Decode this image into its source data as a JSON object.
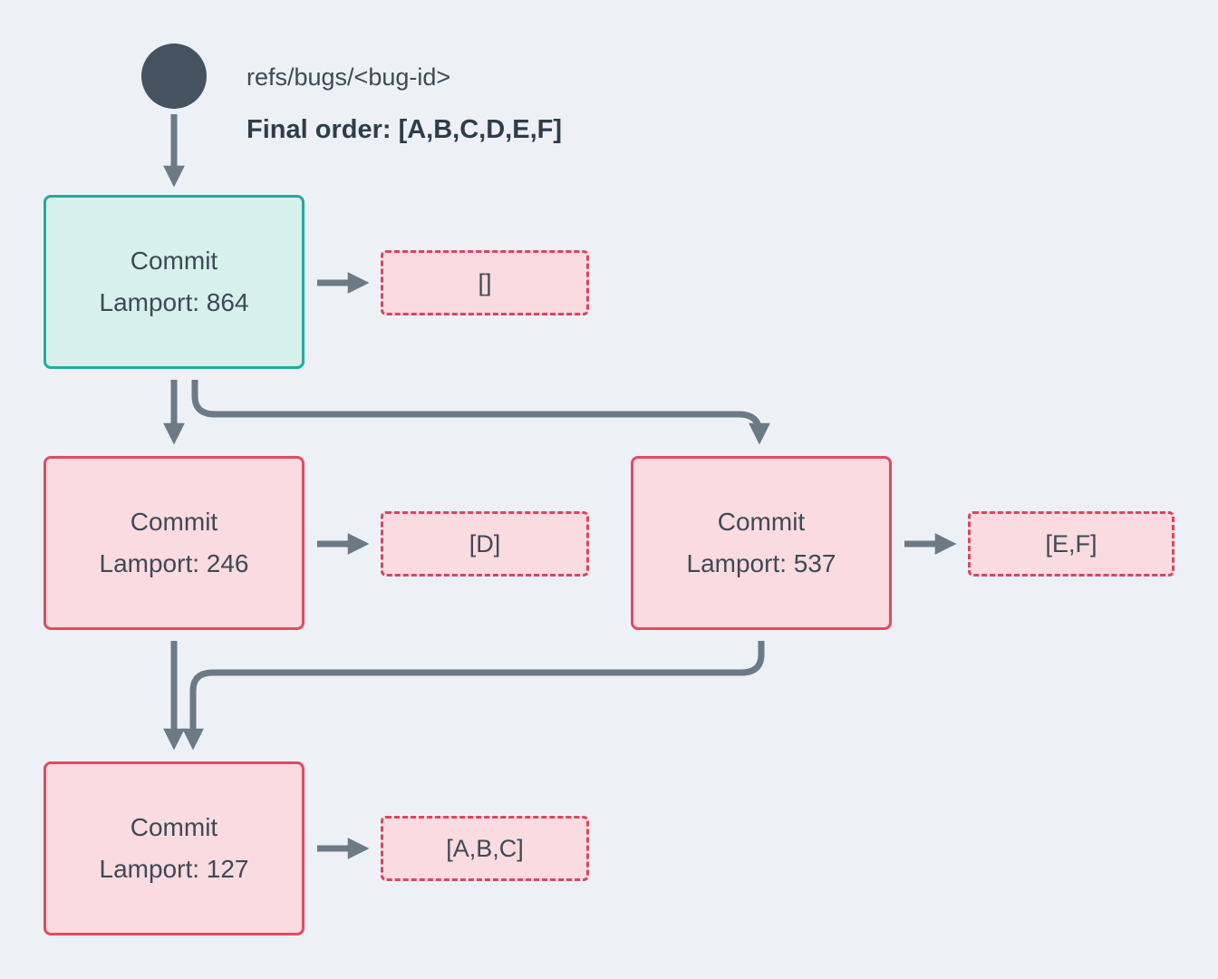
{
  "header": {
    "ref_label": "refs/bugs/<bug-id>",
    "final_order": "Final order: [A,B,C,D,E,F]"
  },
  "nodes": {
    "root": {
      "title": "Commit",
      "subtitle": "Lamport: 864",
      "payload": "[]"
    },
    "left": {
      "title": "Commit",
      "subtitle": "Lamport: 246",
      "payload": "[D]"
    },
    "right": {
      "title": "Commit",
      "subtitle": "Lamport: 537",
      "payload": "[E,F]"
    },
    "merge": {
      "title": "Commit",
      "subtitle": "Lamport: 127",
      "payload": "[A,B,C]"
    }
  },
  "colors": {
    "bg": "#edf1f5",
    "node_dark": "#44535f",
    "text": "#3d4a55",
    "text_strong": "#2e3d49",
    "root_fill": "#d6f0eb",
    "root_border": "#1fae9b",
    "commit_fill": "#f9dbe0",
    "commit_border": "#e14b64",
    "payload_border": "#d94560",
    "arrow": "#6b7a85"
  }
}
